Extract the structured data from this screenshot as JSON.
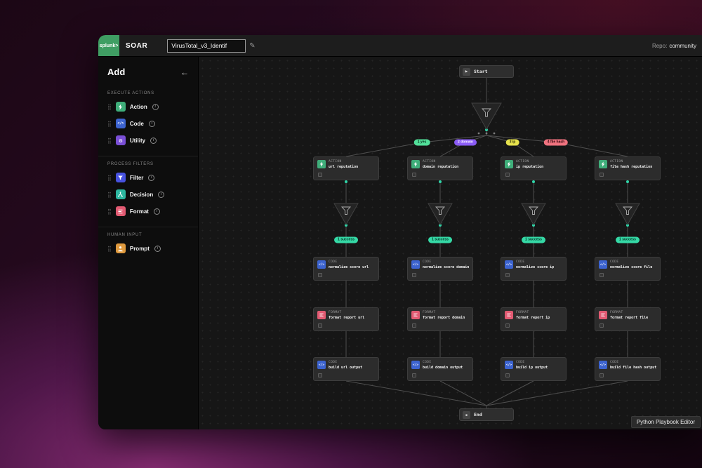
{
  "chrome": {
    "brand": "splunk>",
    "app_label": "SOAR",
    "playbook_title": "VirusTotal_v3_Identif",
    "repo_label": "Repo:",
    "repo_value": "community",
    "editor_badge": "Python Playbook Editor"
  },
  "sidebar": {
    "title": "Add",
    "sections": [
      {
        "heading": "EXECUTE ACTIONS",
        "items": [
          {
            "label": "Action"
          },
          {
            "label": "Code"
          },
          {
            "label": "Utility"
          }
        ]
      },
      {
        "heading": "PROCESS FILTERS",
        "items": [
          {
            "label": "Filter"
          },
          {
            "label": "Decision"
          },
          {
            "label": "Format"
          }
        ]
      },
      {
        "heading": "HUMAN INPUT",
        "items": [
          {
            "label": "Prompt"
          }
        ]
      }
    ]
  },
  "canvas": {
    "start_label": "Start",
    "end_label": "End",
    "branch_labels": [
      "1 yes",
      "2 domain",
      "3 ip",
      "4 file hash"
    ],
    "success_label": "1 success",
    "types": {
      "action": "ACTION",
      "code": "CODE",
      "format": "FORMAT"
    },
    "columns": [
      {
        "branch": "1 yes",
        "action": "url reputation",
        "normalize": "normalize score url",
        "report": "format report url",
        "build": "build url output"
      },
      {
        "branch": "2 domain",
        "action": "domain reputation",
        "normalize": "normalize score domain",
        "report": "format report domain",
        "build": "build domain output"
      },
      {
        "branch": "3 ip",
        "action": "ip reputation",
        "normalize": "normalize score ip",
        "report": "format report ip",
        "build": "build ip output"
      },
      {
        "branch": "4 file hash",
        "action": "file hash reputation",
        "normalize": "normalize score file",
        "report": "format report file",
        "build": "build file hash output"
      }
    ]
  },
  "colors": {
    "brand_green": "#3f9e63",
    "action_green": "#3fae7a",
    "code_blue": "#3c63cf",
    "utility_purple": "#7a4fd6",
    "filter_indigo": "#4752e0",
    "decision_teal": "#2cb7a0",
    "format_pink": "#e25a72",
    "prompt_orange": "#e09a3e",
    "branch_yes": "#52e09a",
    "branch_domain": "#8b5cf6",
    "branch_ip": "#e6e24d",
    "branch_file_hash": "#f0737f",
    "success_teal": "#35d9a6"
  }
}
